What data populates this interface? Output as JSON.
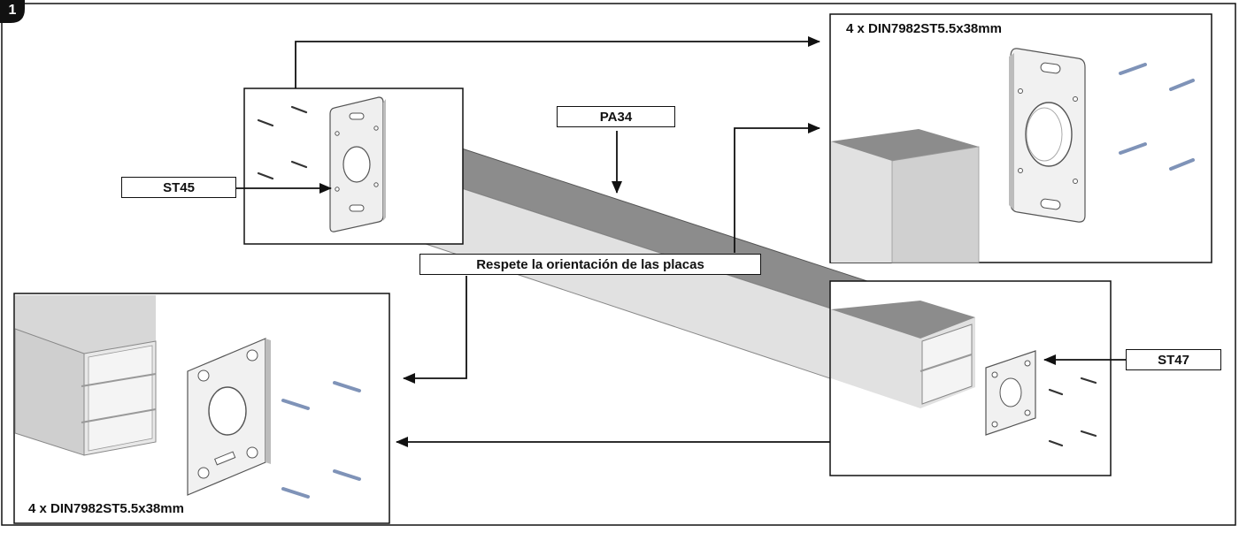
{
  "step": {
    "number": "1"
  },
  "parts": {
    "profile": "PA34",
    "plate_left": "ST45",
    "plate_right": "ST47"
  },
  "notes": {
    "orientation": "Respete la orientación de las placas"
  },
  "screws": {
    "top_detail": "4 x DIN7982ST5.5x38mm",
    "bottom_detail": "4 x DIN7982ST5.5x38mm"
  },
  "colors": {
    "outline": "#111111",
    "profile_top": "#8c8c8c",
    "profile_side": "#d9d9d9",
    "plate": "#efefef",
    "screw": "#7f93b8"
  }
}
